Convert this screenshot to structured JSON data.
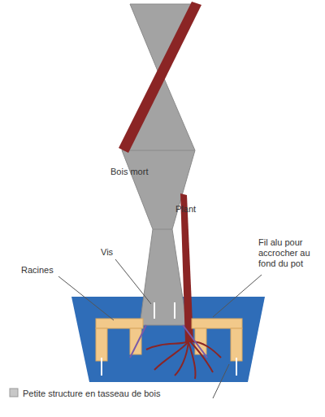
{
  "diagram": {
    "labels": [
      "Bois mort",
      "Plant",
      "Vis",
      "Racines",
      "Fil alu pour accrocher au fond du pot",
      "Petite structure en tasseau de bois"
    ]
  }
}
